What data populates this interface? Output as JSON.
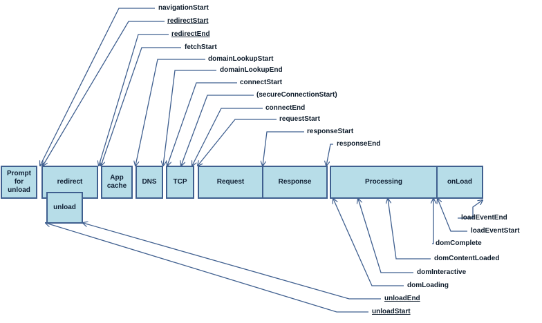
{
  "phases": {
    "prompt": "Prompt\nfor\nunload",
    "redirect": "redirect",
    "unload": "unload",
    "appcache": "App\ncache",
    "dns": "DNS",
    "tcp": "TCP",
    "request": "Request",
    "response": "Response",
    "processing": "Processing",
    "onload": "onLoad"
  },
  "events": {
    "navigationStart": "navigationStart",
    "redirectStart": "redirectStart",
    "redirectEnd": "redirectEnd",
    "fetchStart": "fetchStart",
    "domainLookupStart": "domainLookupStart",
    "domainLookupEnd": "domainLookupEnd",
    "connectStart": "connectStart",
    "secureConnectionStart": "(secureConnectionStart)",
    "connectEnd": "connectEnd",
    "requestStart": "requestStart",
    "responseStart": "responseStart",
    "responseEnd": "responseEnd",
    "loadEventEnd": "loadEventEnd",
    "loadEventStart": "loadEventStart",
    "domComplete": "domComplete",
    "domContentLoaded": "domContentLoaded",
    "domInteractive": "domInteractive",
    "domLoading": "domLoading",
    "unloadEnd": "unloadEnd",
    "unloadStart": "unloadStart"
  },
  "colors": {
    "box_fill": "#b7dde8",
    "box_border": "#3f5f8f",
    "wire": "#3f5f8f"
  }
}
